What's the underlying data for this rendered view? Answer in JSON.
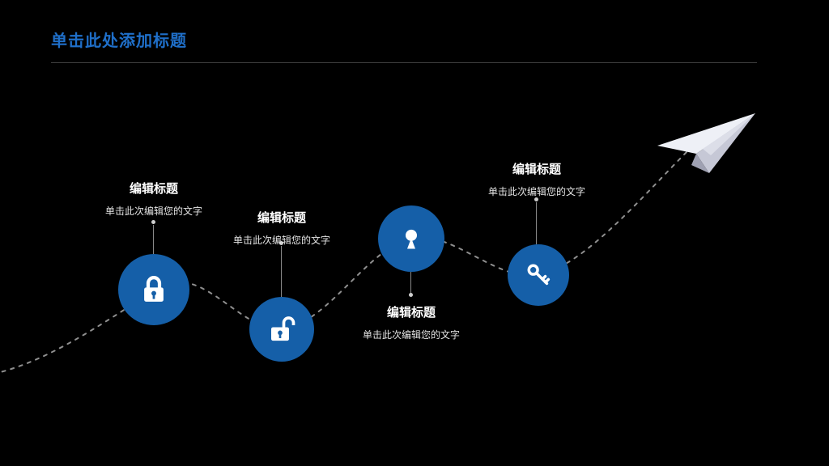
{
  "slide": {
    "title": "单击此处添加标题",
    "background_color": "#000000",
    "title_color": "#1f6fc9",
    "node_color": "#155fa8",
    "dash_color": "#8f8f8f"
  },
  "items": [
    {
      "heading": "编辑标题",
      "body": "单击此次编辑您的文字",
      "icon": "closed-padlock-icon"
    },
    {
      "heading": "编辑标题",
      "body": "单击此次编辑您的文字",
      "icon": "open-padlock-icon"
    },
    {
      "heading": "编辑标题",
      "body": "单击此次编辑您的文字",
      "icon": "keyhole-icon"
    },
    {
      "heading": "编辑标题",
      "body": "单击此次编辑您的文字",
      "icon": "key-icon"
    }
  ],
  "decorations": {
    "path_icon": "dashed-curve",
    "plane_icon": "paper-plane-icon"
  }
}
